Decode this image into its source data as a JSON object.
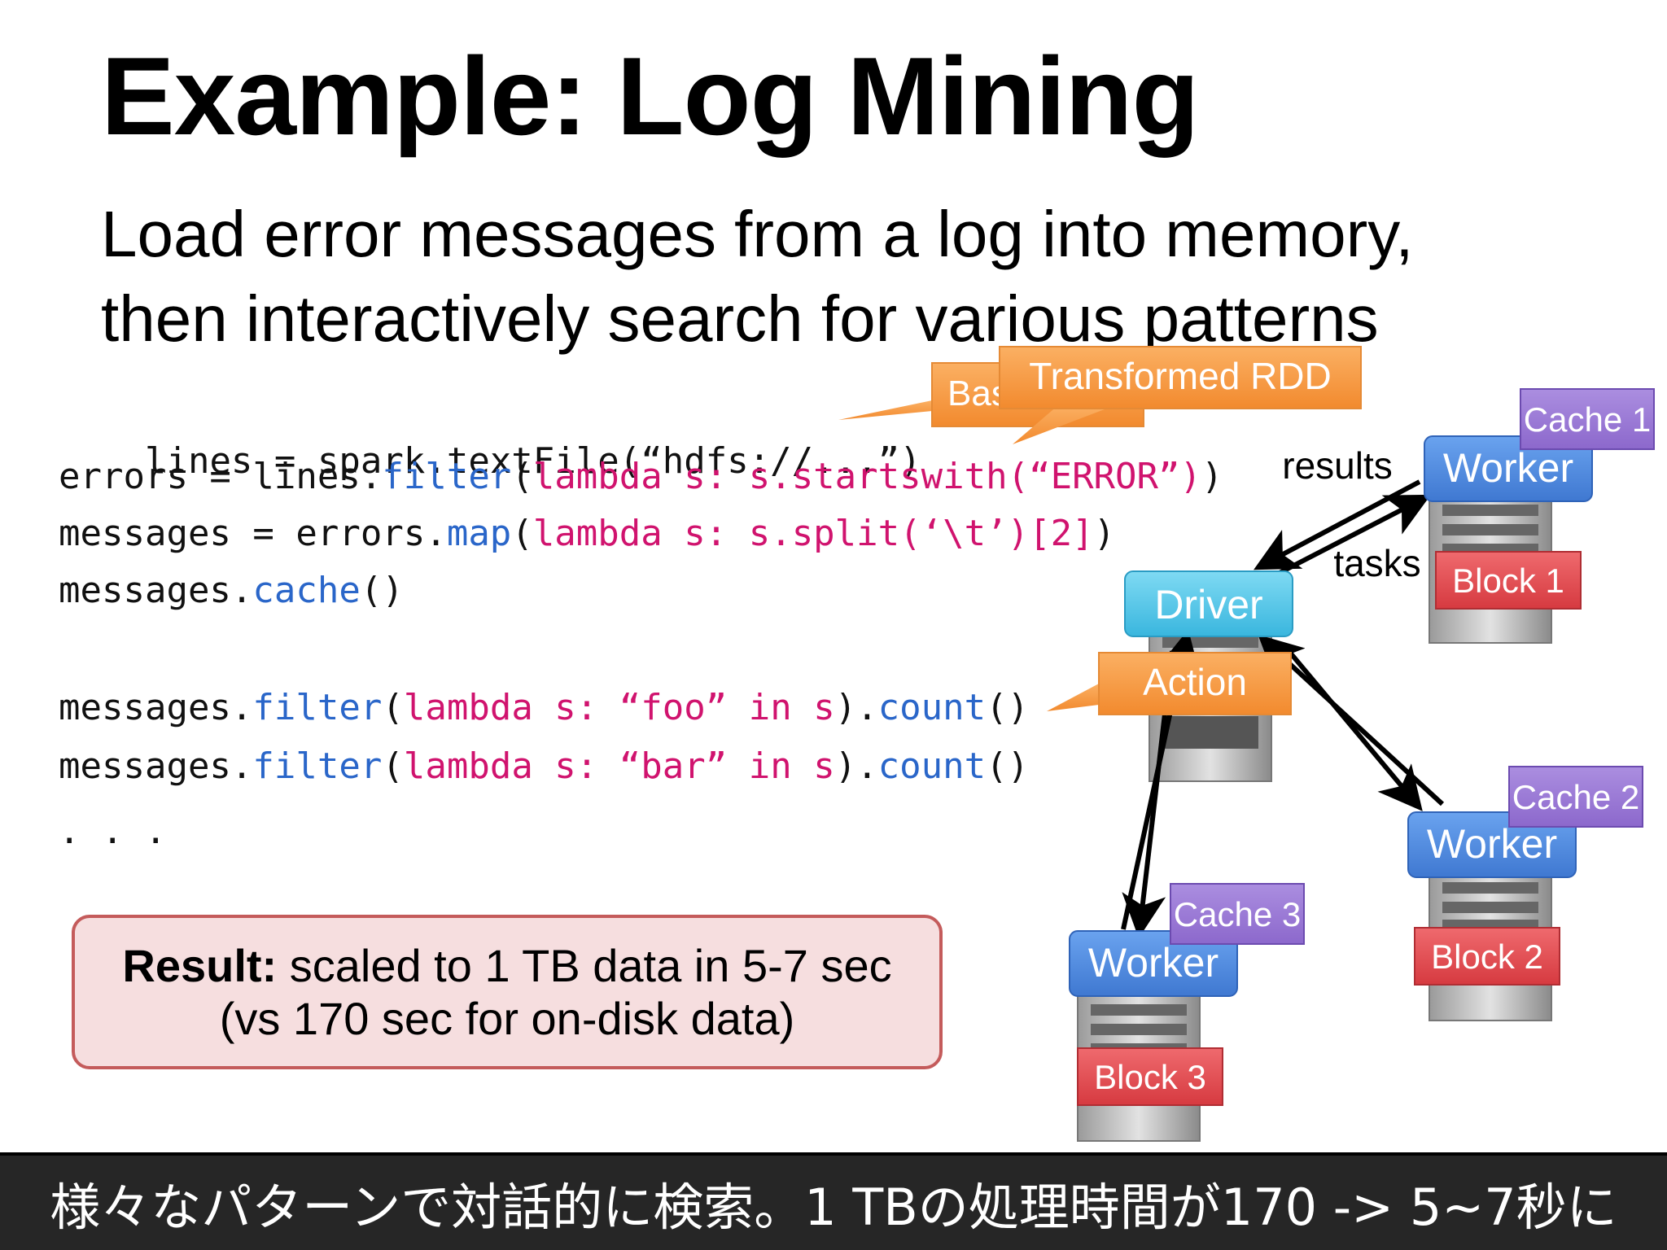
{
  "title": "Example: Log Mining",
  "subtitle": {
    "line1": "Load error messages from a log into memory,",
    "line2": "then interactively search for various patterns"
  },
  "code": {
    "line1": {
      "a": "lines = spark.textFile(“hdfs://...”)"
    },
    "line2": {
      "a": "errors = lines.",
      "kw": "filter",
      "b": "(",
      "lm": "lambda s: s.startswith(“ERROR”)",
      "c": ")"
    },
    "line3": {
      "a": "messages = errors.",
      "kw": "map",
      "b": "(",
      "lm": "lambda s: s.split(‘\\t’)[2]",
      "c": ")"
    },
    "line4": {
      "a": "messages.",
      "kw": "cache",
      "b": "()"
    },
    "line5": {
      "a": "messages.",
      "kw": "filter",
      "b": "(",
      "lm": "lambda s: “foo” in s",
      "c": ").",
      "kw2": "count",
      "d": "()"
    },
    "line6": {
      "a": "messages.",
      "kw": "filter",
      "b": "(",
      "lm": "lambda s: “bar” in s",
      "c": ").",
      "kw2": "count",
      "d": "()"
    },
    "line7": {
      "a": ". . ."
    }
  },
  "callouts": {
    "base_rdd_partial": "Bas",
    "transformed_rdd": "Transformed RDD",
    "action": "Action"
  },
  "diagram": {
    "driver": "Driver",
    "results": "results",
    "tasks": "tasks",
    "worker_label": "Worker",
    "cache1": "Cache 1",
    "cache2": "Cache 2",
    "cache3": "Cache 3",
    "block1": "Block 1",
    "block2": "Block 2",
    "block3": "Block 3"
  },
  "result": {
    "bold": "Result:",
    "line1_rest": " scaled to 1 TB data in 5-7 sec",
    "line2": "(vs 170 sec for on-disk data)"
  },
  "caption": "様々なパターンで対話的に検索。1 TBの処理時間が170 -> 5~7秒に",
  "colors": {
    "keyword": "#2a66c9",
    "lambda": "#d0136e",
    "worker": "#4a86dd",
    "driver": "#4cc6e8",
    "cache": "#9a79d6",
    "block": "#e0474c",
    "callout": "#f7973e",
    "result_fill": "#f6dedf",
    "result_border": "#c45b5b"
  }
}
